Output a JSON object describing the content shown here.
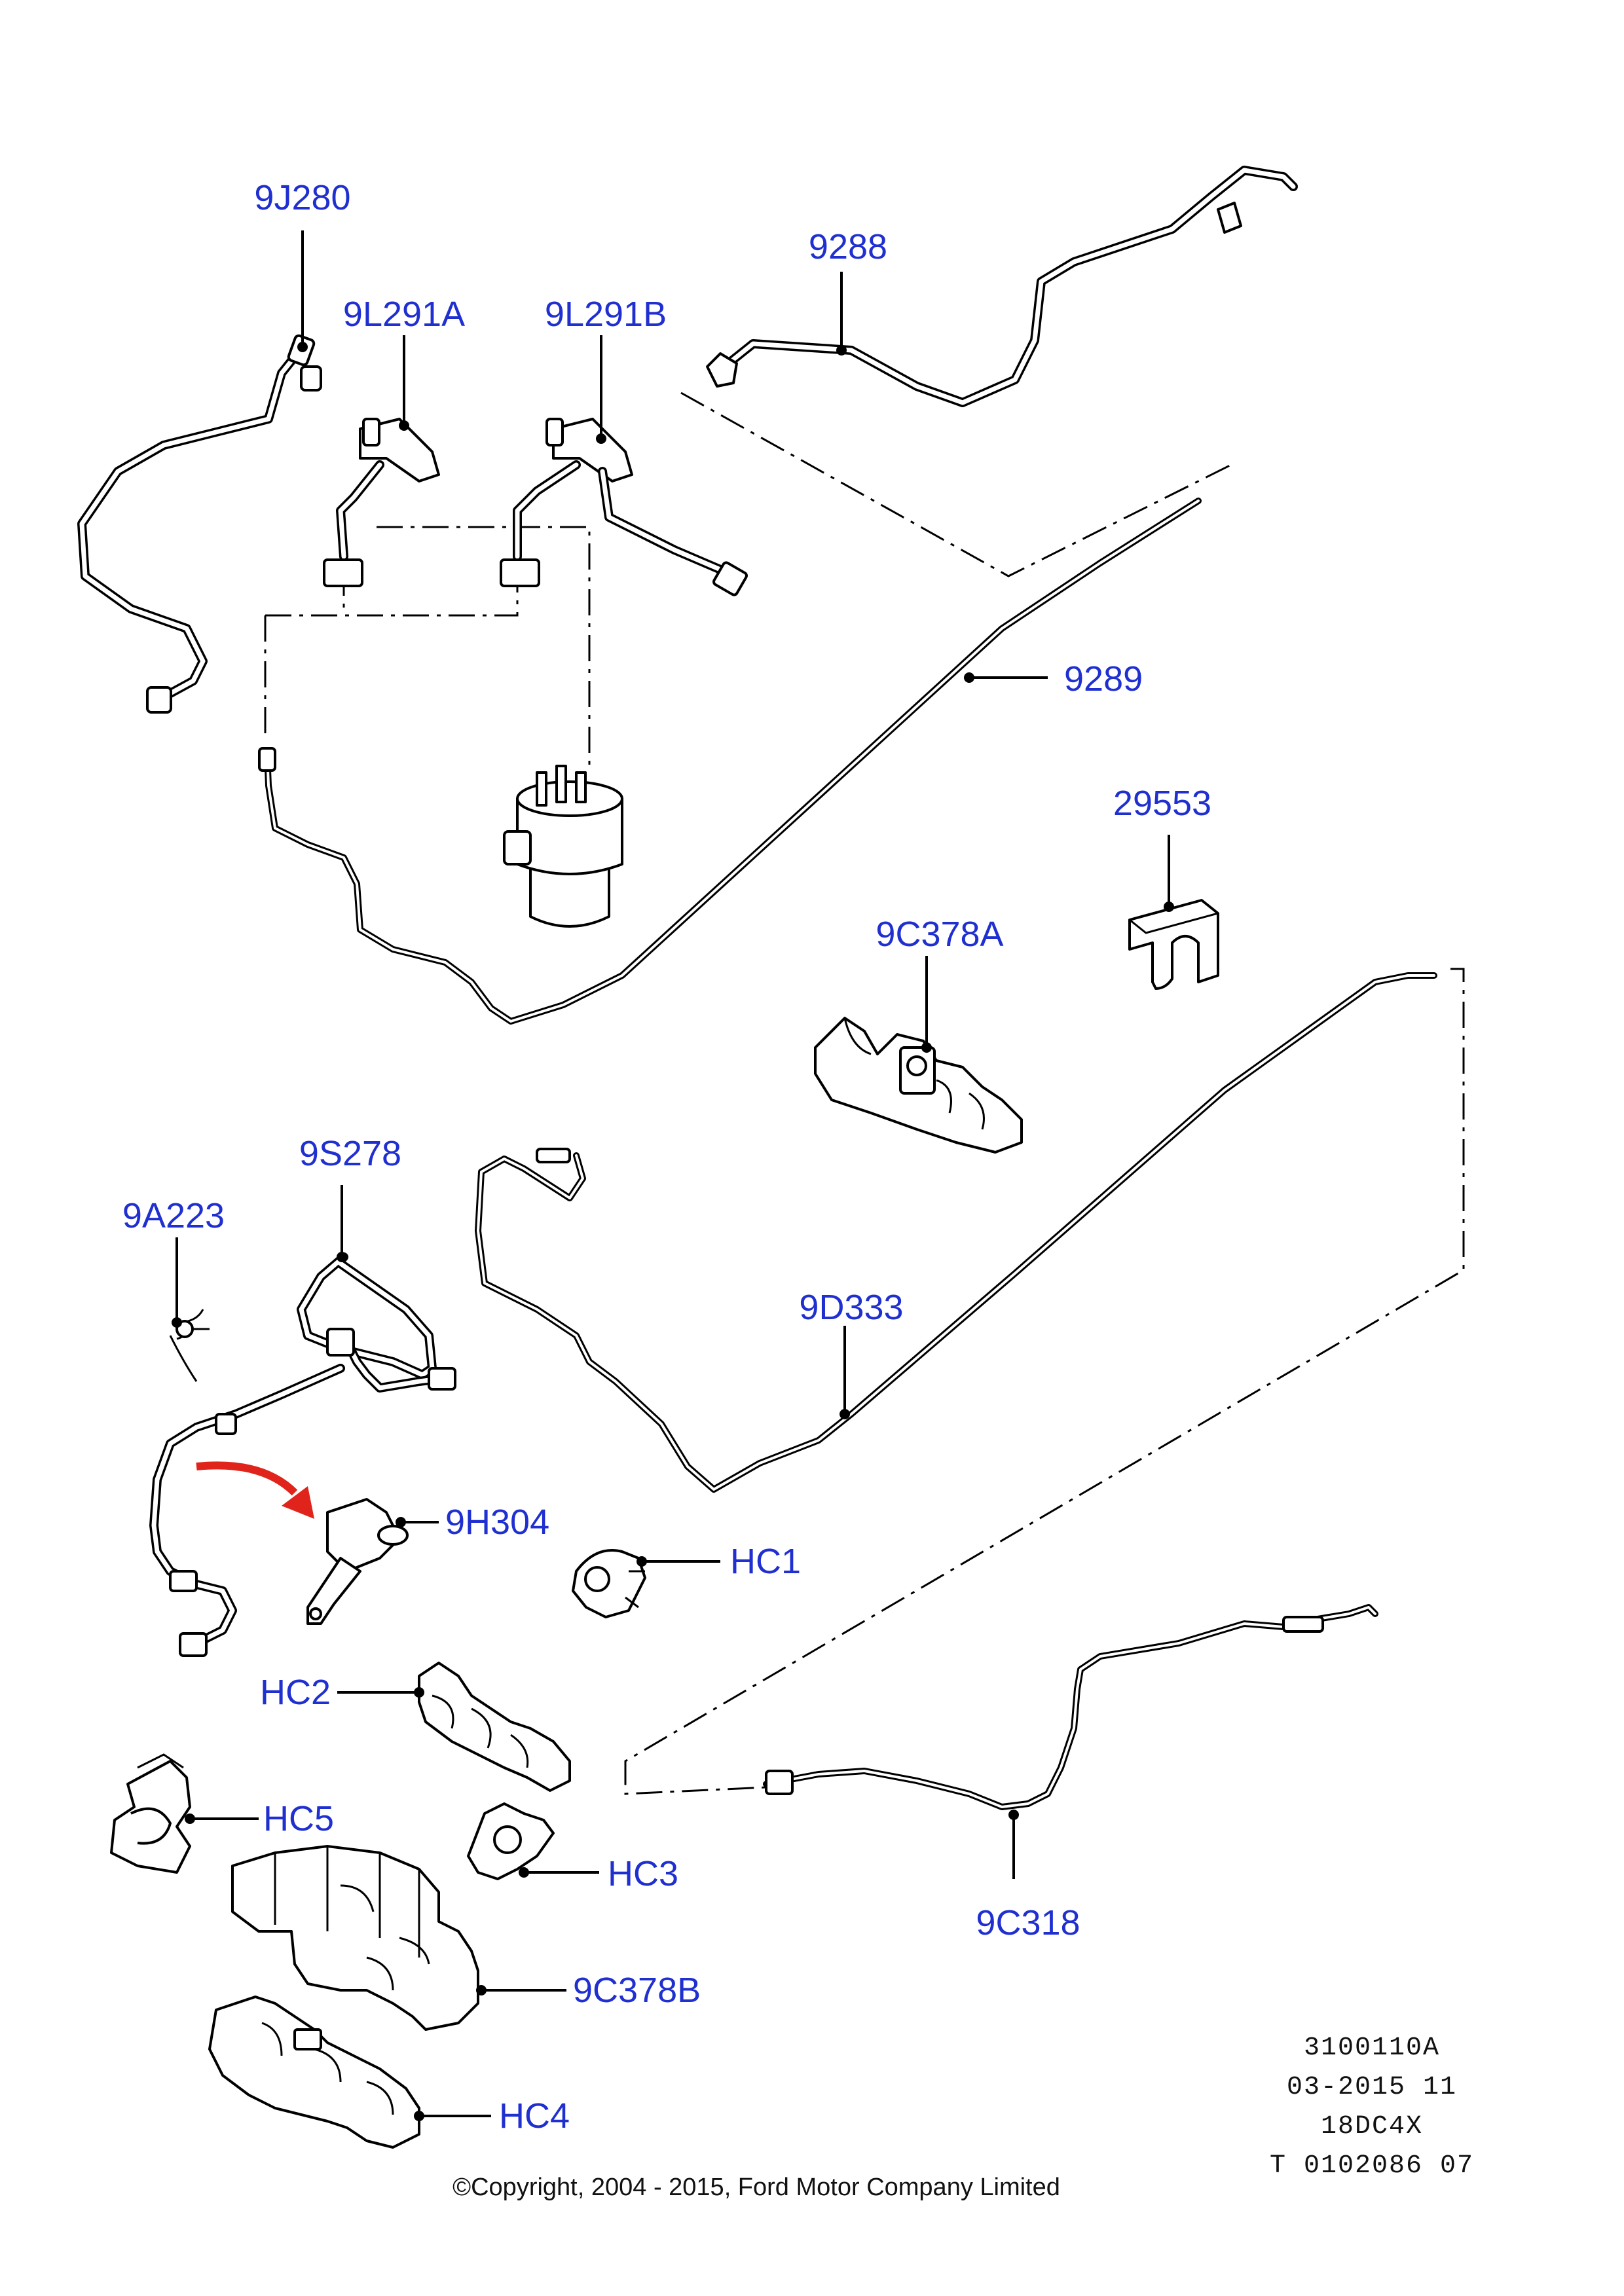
{
  "labels": {
    "p9J280": "9J280",
    "p9L291A": "9L291A",
    "p9L291B": "9L291B",
    "p9288": "9288",
    "p9289": "9289",
    "p29553": "29553",
    "p9C378A": "9C378A",
    "p9S278": "9S278",
    "p9A223": "9A223",
    "p9D333": "9D333",
    "p9H304": "9H304",
    "pHC1": "HC1",
    "pHC2": "HC2",
    "pHC5": "HC5",
    "pHC3": "HC3",
    "p9C378B": "9C378B",
    "pHC4": "HC4",
    "p9C318": "9C318"
  },
  "reference": {
    "line1": "3100110A",
    "line2": "03-2015 11",
    "line3": "18DC4X",
    "line4": "T 0102086 07"
  },
  "copyright": "©Copyright, 2004 - 2015, Ford Motor Company Limited",
  "colors": {
    "label": "#1f2fd0",
    "line": "#000000",
    "arrow": "#e0241b",
    "background": "#ffffff"
  }
}
